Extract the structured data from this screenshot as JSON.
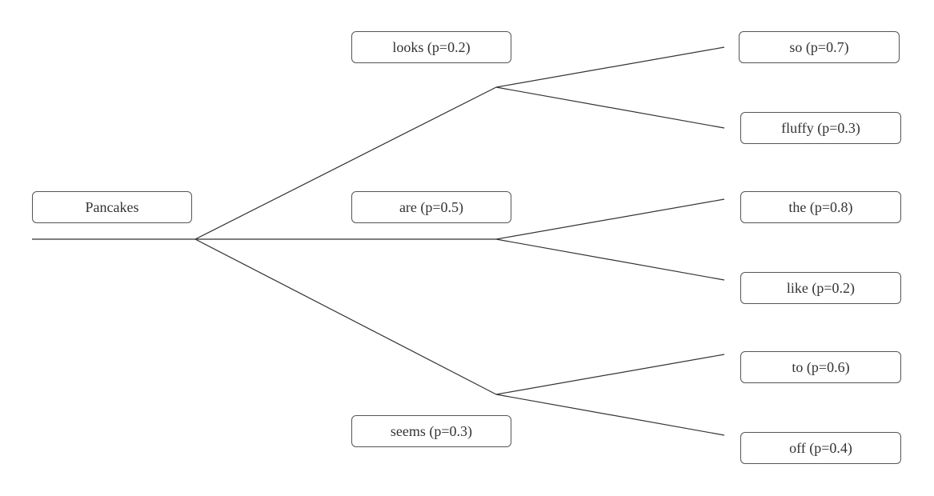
{
  "root": {
    "label": "Pancakes"
  },
  "level1": [
    {
      "label": "looks (p=0.2)"
    },
    {
      "label": "are (p=0.5)"
    },
    {
      "label": "seems (p=0.3)"
    }
  ],
  "level2": [
    {
      "label": "so (p=0.7)"
    },
    {
      "label": "fluffy (p=0.3)"
    },
    {
      "label": "the (p=0.8)"
    },
    {
      "label": "like (p=0.2)"
    },
    {
      "label": "to (p=0.6)"
    },
    {
      "label": "off (p=0.4)"
    }
  ],
  "colors": {
    "line": "#333333",
    "border": "#555555",
    "text": "#333333"
  }
}
